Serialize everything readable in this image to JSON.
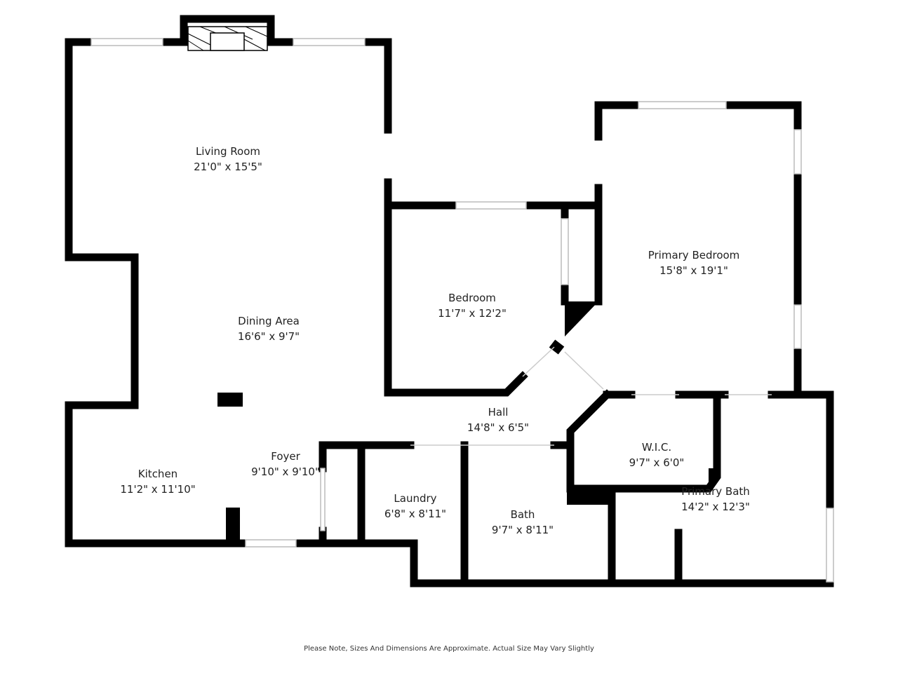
{
  "rooms": [
    {
      "name": "Living Room",
      "dims": "21'0\" x 15'5\""
    },
    {
      "name": "Dining Area",
      "dims": "16'6\" x 9'7\""
    },
    {
      "name": "Kitchen",
      "dims": "11'2\" x 11'10\""
    },
    {
      "name": "Foyer",
      "dims": "9'10\" x 9'10\""
    },
    {
      "name": "Bedroom",
      "dims": "11'7\" x 12'2\""
    },
    {
      "name": "Primary Bedroom",
      "dims": "15'8\" x 19'1\""
    },
    {
      "name": "Hall",
      "dims": "14'8\" x 6'5\""
    },
    {
      "name": "W.I.C.",
      "dims": "9'7\" x 6'0\""
    },
    {
      "name": "Laundry",
      "dims": "6'8\" x 8'11\""
    },
    {
      "name": "Bath",
      "dims": "9'7\" x 8'11\""
    },
    {
      "name": "Primary Bath",
      "dims": "14'2\" x 12'3\""
    }
  ],
  "note": "Please Note, Sizes And Dimensions Are Approximate. Actual Size May Vary Slightly",
  "colors": {
    "wall": "#000000",
    "background": "#ffffff"
  }
}
